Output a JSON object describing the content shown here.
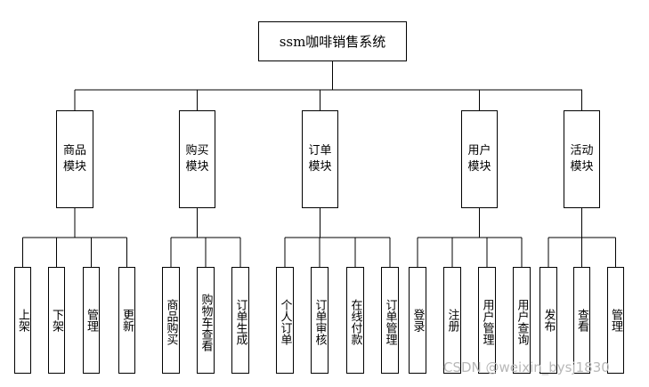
{
  "root": {
    "label": "ssm咖啡销售系统"
  },
  "modules": [
    {
      "label": "商品\n模块",
      "children": [
        "上架",
        "下架",
        "管理",
        "更新"
      ]
    },
    {
      "label": "购买\n模块",
      "children": [
        "商品购买",
        "购物车查看",
        "订单生成"
      ]
    },
    {
      "label": "订单\n模块",
      "children": [
        "个人订单",
        "订单审核",
        "在线付款",
        "订单管理"
      ]
    },
    {
      "label": "用户\n模块",
      "children": [
        "登录",
        "注册",
        "用户管理",
        "用户查询"
      ]
    },
    {
      "label": "活动\n模块",
      "children": [
        "发布",
        "查看",
        "管理"
      ]
    }
  ],
  "watermark": "CSDN @weixin_bysj1830"
}
